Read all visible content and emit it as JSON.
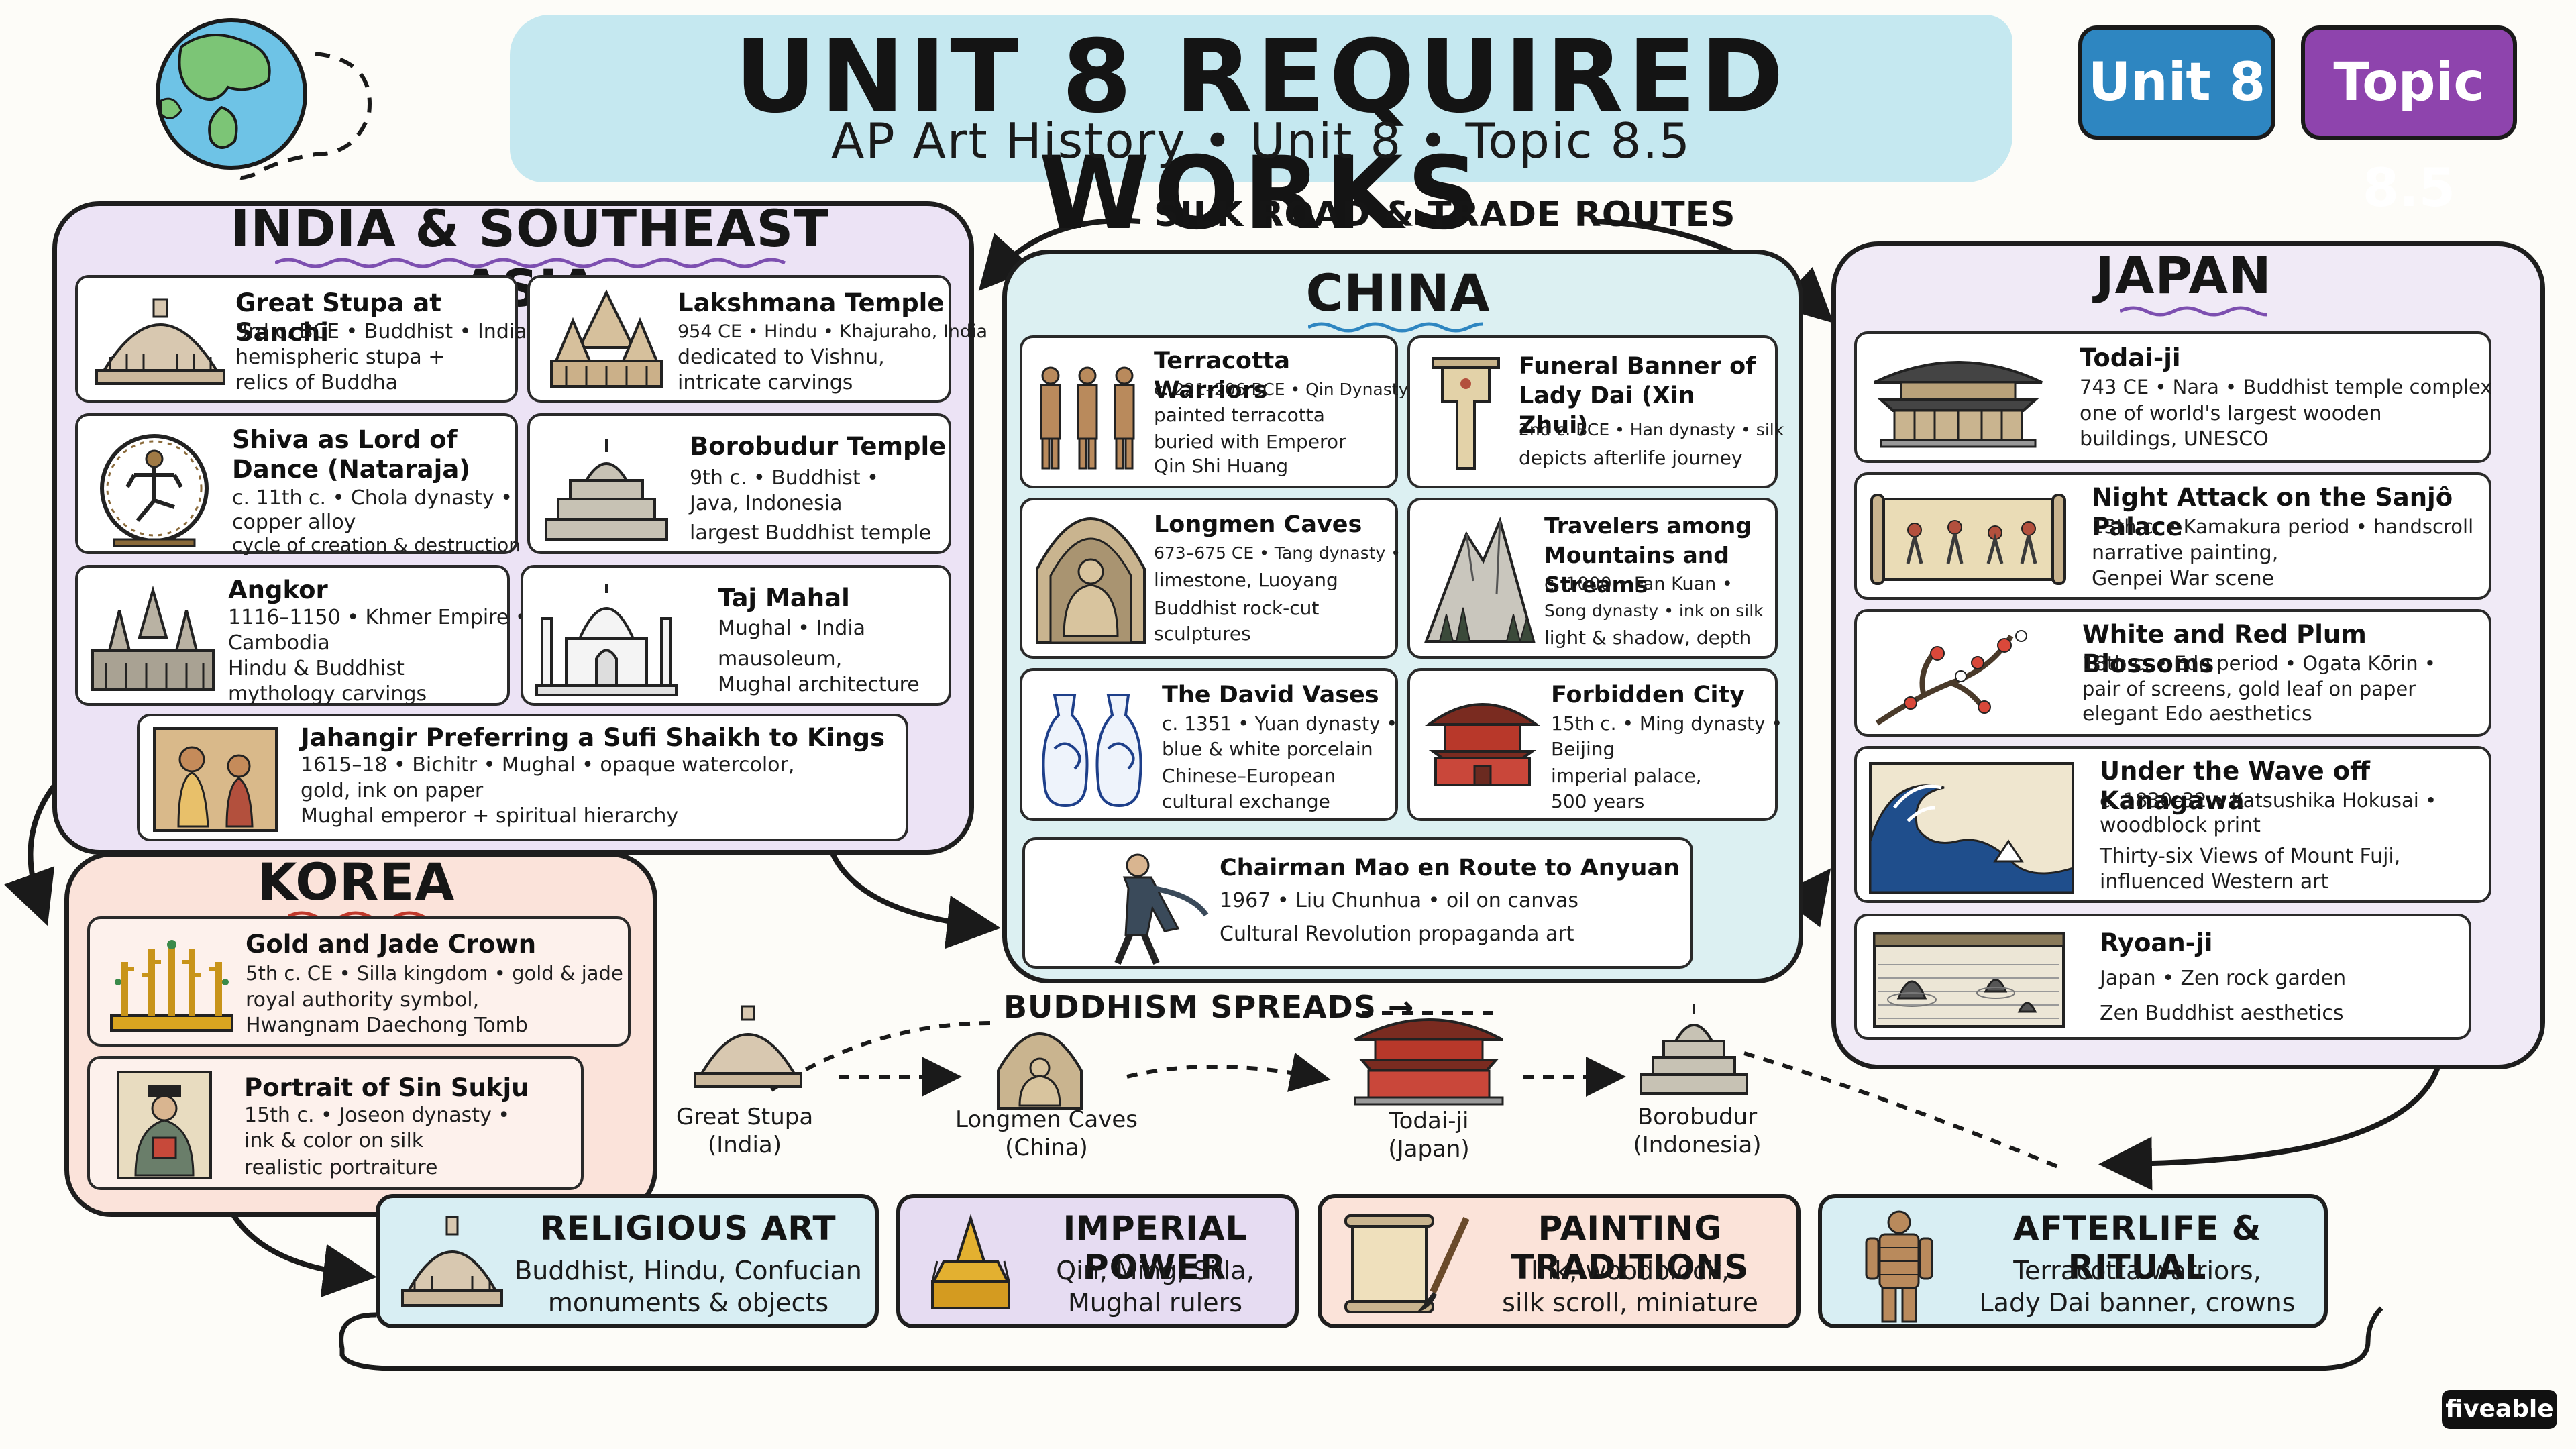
{
  "header": {
    "title": "UNIT 8 REQUIRED WORKS",
    "subtitle": "AP Art History • Unit 8 • Topic 8.5",
    "tag_unit": "Unit 8",
    "tag_topic": "Topic 8.5"
  },
  "connectors": {
    "silk_road": "SILK ROAD & TRADE ROUTES",
    "buddhism": "BUDDHISM SPREADS →"
  },
  "india": {
    "title": "INDIA & SOUTHEAST ASIA",
    "cards": [
      {
        "title": "Great Stupa at Sanchi",
        "lines": [
          "3rd c. BCE • Buddhist • India",
          "hemispheric stupa +",
          "relics of Buddha"
        ],
        "icon": "stupa-icon"
      },
      {
        "title": "Lakshmana Temple",
        "lines": [
          "954 CE • Hindu • Khajuraho, India",
          "dedicated to Vishnu,",
          "intricate carvings"
        ],
        "icon": "temple-icon"
      },
      {
        "title": "Shiva as Lord of Dance (Nataraja)",
        "lines": [
          "c. 11th c. • Chola dynasty •",
          "copper alloy",
          "cycle of creation & destruction"
        ],
        "icon": "nataraja-icon"
      },
      {
        "title": "Borobudur Temple",
        "lines": [
          "9th c. • Buddhist •",
          "Java, Indonesia",
          "largest Buddhist temple"
        ],
        "icon": "borobudur-icon"
      },
      {
        "title": "Angkor",
        "lines": [
          "1116–1150 • Khmer Empire •",
          "Cambodia",
          "Hindu & Buddhist",
          "mythology carvings"
        ],
        "icon": "angkor-icon"
      },
      {
        "title": "Taj Mahal",
        "lines": [
          "Mughal • India",
          "mausoleum,",
          "Mughal architecture"
        ],
        "icon": "taj-mahal-icon"
      },
      {
        "title": "Jahangir Preferring a Sufi Shaikh to Kings",
        "lines": [
          "1615–18 • Bichitr • Mughal • opaque watercolor,",
          "gold, ink on paper",
          "Mughal emperor + spiritual hierarchy"
        ],
        "icon": "miniature-painting-icon"
      }
    ]
  },
  "china": {
    "title": "CHINA",
    "cards": [
      {
        "title": "Terracotta Warriors",
        "lines": [
          "c. 221–206 BCE • Qin Dynasty •",
          "painted terracotta",
          "buried with Emperor",
          "Qin Shi Huang"
        ],
        "icon": "terracotta-warriors-icon"
      },
      {
        "title": "Funeral Banner of Lady Dai (Xin Zhui)",
        "lines": [
          "2nd c. BCE • Han dynasty • silk",
          "depicts afterlife journey"
        ],
        "icon": "banner-icon"
      },
      {
        "title": "Longmen Caves",
        "lines": [
          "673–675 CE • Tang dynasty •",
          "limestone, Luoyang",
          "Buddhist rock-cut",
          "sculptures"
        ],
        "icon": "buddha-cave-icon"
      },
      {
        "title": "Travelers among Mountains and Streams",
        "lines": [
          "c. 1000 • Fan Kuan •",
          "Song dynasty • ink on silk",
          "light & shadow, depth"
        ],
        "icon": "mountain-painting-icon"
      },
      {
        "title": "The David Vases",
        "lines": [
          "c. 1351 • Yuan dynasty •",
          "blue & white porcelain",
          "Chinese–European",
          "cultural exchange"
        ],
        "icon": "vases-icon"
      },
      {
        "title": "Forbidden City",
        "lines": [
          "15th c. • Ming dynasty •",
          "Beijing",
          "imperial palace,",
          "500 years"
        ],
        "icon": "palace-icon"
      },
      {
        "title": "Chairman Mao en Route to Anyuan",
        "lines": [
          "1967 • Liu Chunhua • oil on canvas",
          "Cultural Revolution propaganda art"
        ],
        "icon": "mao-figure-icon"
      }
    ]
  },
  "japan": {
    "title": "JAPAN",
    "cards": [
      {
        "title": "Todai-ji",
        "lines": [
          "743 CE • Nara • Buddhist temple complex",
          "one of world's largest wooden",
          "buildings, UNESCO"
        ],
        "icon": "todaiji-icon"
      },
      {
        "title": "Night Attack on the Sanjô Palace",
        "lines": [
          "13th c. • Kamakura period • handscroll",
          "narrative painting,",
          "Genpei War scene"
        ],
        "icon": "handscroll-icon"
      },
      {
        "title": "White and Red Plum Blossoms",
        "lines": [
          "18th c. • Edo period • Ogata Kōrin •",
          "pair of screens, gold leaf on paper",
          "elegant Edo aesthetics"
        ],
        "icon": "plum-blossom-icon"
      },
      {
        "title": "Under the Wave off Kanagawa",
        "lines": [
          "c. 1830–32 • Katsushika Hokusai •",
          "woodblock print",
          "Thirty-six Views of Mount Fuji,",
          "influenced Western art"
        ],
        "icon": "great-wave-icon"
      },
      {
        "title": "Ryoan-ji",
        "lines": [
          "Japan • Zen rock garden",
          "Zen Buddhist aesthetics"
        ],
        "icon": "rock-garden-icon"
      }
    ]
  },
  "korea": {
    "title": "KOREA",
    "cards": [
      {
        "title": "Gold and Jade Crown",
        "lines": [
          "5th c. CE • Silla kingdom • gold & jade",
          "royal authority symbol,",
          "Hwangnam Daechong Tomb"
        ],
        "icon": "crown-icon"
      },
      {
        "title": "Portrait of Sin Sukju",
        "lines": [
          "15th c. • Joseon dynasty •",
          "ink & color on silk",
          "realistic portraiture"
        ],
        "icon": "portrait-icon"
      }
    ]
  },
  "buddhism_flow": [
    {
      "label": "Great Stupa\n(India)",
      "icon": "stupa-icon"
    },
    {
      "label": "Longmen Caves\n(China)",
      "icon": "buddha-cave-icon"
    },
    {
      "label": "Todai-ji\n(Japan)",
      "icon": "todaiji-icon"
    },
    {
      "label": "Borobudur\n(Indonesia)",
      "icon": "borobudur-icon"
    }
  ],
  "themes": [
    {
      "title": "RELIGIOUS ART",
      "lines": [
        "Buddhist, Hindu, Confucian",
        "monuments & objects"
      ],
      "color": "#d8eef3",
      "icon": "stupa-icon"
    },
    {
      "title": "IMPERIAL POWER",
      "lines": [
        "Qin, Ming, Silla,",
        "Mughal rulers"
      ],
      "color": "#e6dcf2",
      "icon": "golden-shrine-icon"
    },
    {
      "title": "PAINTING TRADITIONS",
      "lines": [
        "Ink, woodblock,",
        "silk scroll, miniature"
      ],
      "color": "#fbe3d9",
      "icon": "scroll-brush-icon"
    },
    {
      "title": "AFTERLIFE & RITUAL",
      "lines": [
        "Terracotta warriors,",
        "Lady Dai banner, crowns"
      ],
      "color": "#d8eef3",
      "icon": "warrior-icon"
    }
  ],
  "colors": {
    "india_bg": "#ece3f5",
    "china_bg": "#dcf0f2",
    "japan_bg": "#f0eaf6",
    "korea_bg": "#fbe3da",
    "title_band": "#bfe6ee",
    "unit_tag": "#2e86c1",
    "topic_tag": "#8e44ad"
  },
  "brand": "fiveable"
}
